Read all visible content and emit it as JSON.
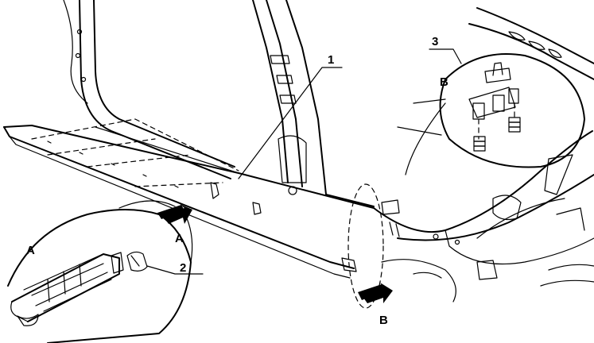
{
  "labels": {
    "callout_1": "1",
    "callout_2": "2",
    "callout_3": "3",
    "view_a_arrow": "A",
    "view_b_arrow": "B",
    "detail_a": "A",
    "detail_b": "B"
  },
  "colors": {
    "ink": "#000000",
    "paper": "#ffffff"
  }
}
